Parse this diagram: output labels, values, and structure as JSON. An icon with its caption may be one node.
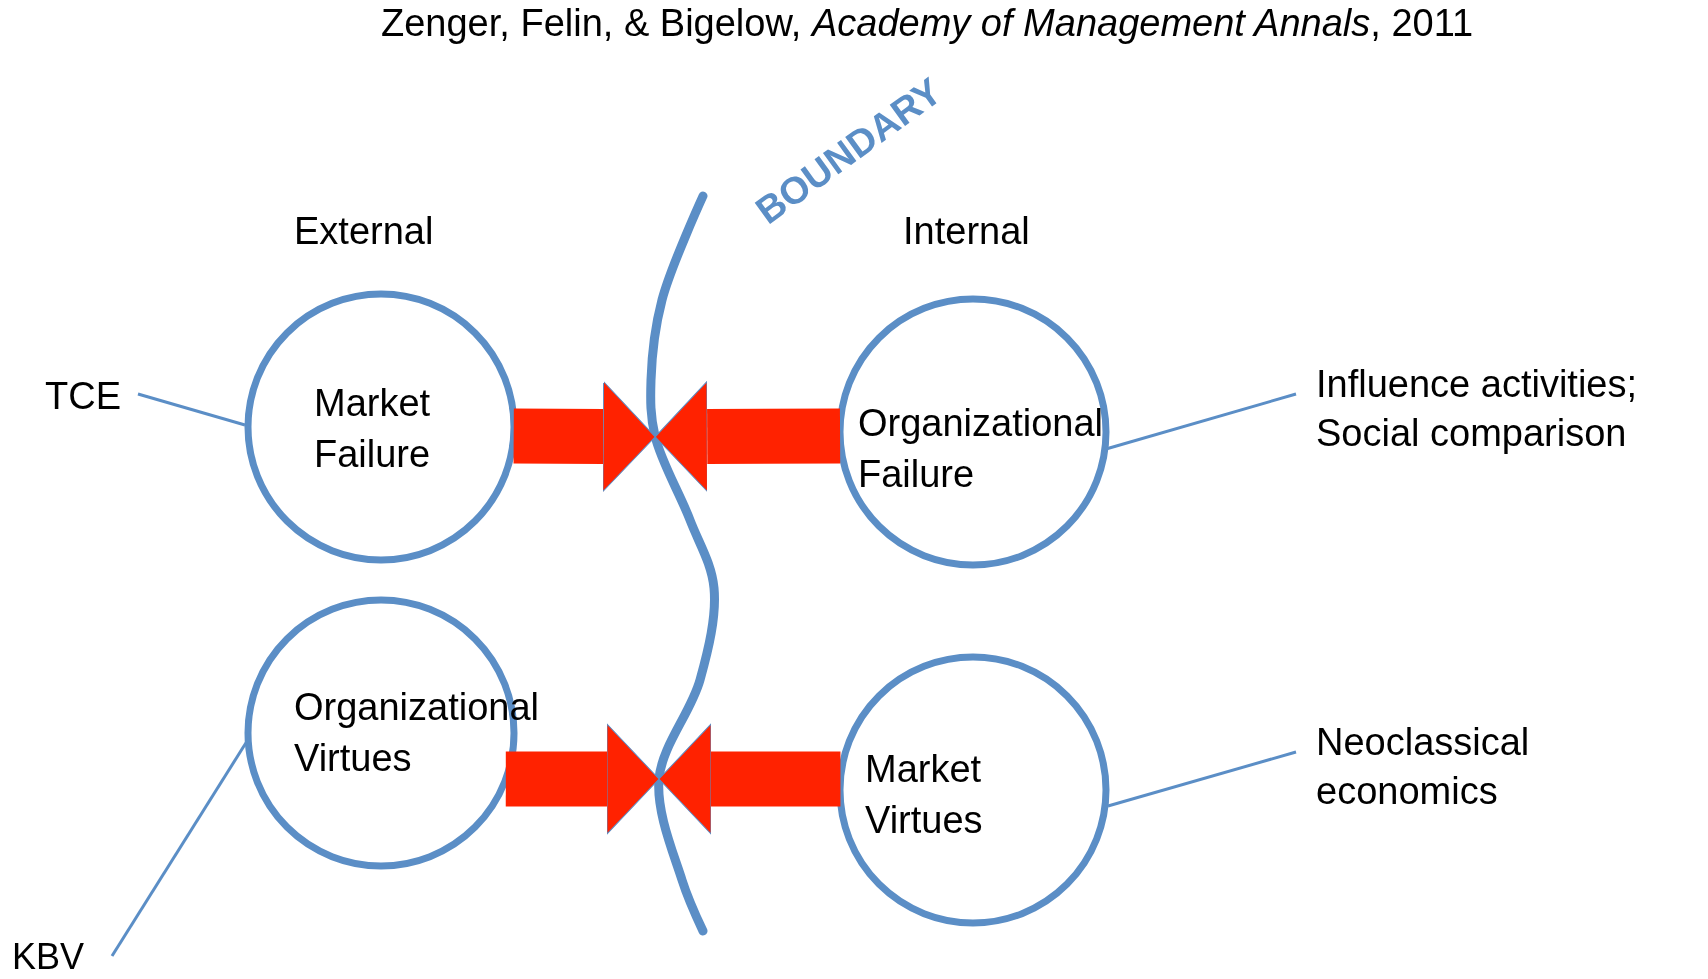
{
  "diagram": {
    "nodes": [
      {
        "text": [
          "Market Failure"
        ]
      },
      {
        "text": [
          "Organizational Failure"
        ]
      },
      {
        "text": [
          "Organizational Virtues"
        ]
      },
      {
        "text": [
          "Market Virtues"
        ]
      },
      {
        "text": [
          "TCE"
        ]
      },
      {
        "text": [
          "Influence activities; Social comparison"
        ]
      },
      {
        "text": [
          "Neoclassical economics"
        ]
      },
      {
        "text": [
          "KBV"
        ]
      },
      {
        "text": [
          "BOUNDARY"
        ]
      }
    ],
    "edges": [
      {
        "from": 4,
        "to": 0,
        "arrow": "none"
      },
      {
        "from": 7,
        "to": 2,
        "arrow": "none"
      },
      {
        "from": 5,
        "to": 1,
        "arrow": "none"
      },
      {
        "from": 6,
        "to": 3,
        "arrow": "none"
      },
      {
        "from": 0,
        "to": 8,
        "arrow": "to",
        "style": "thick",
        "color": "#ff2200"
      },
      {
        "from": 1,
        "to": 8,
        "arrow": "to",
        "style": "thick",
        "color": "#ff2200"
      },
      {
        "from": 2,
        "to": 8,
        "arrow": "to",
        "style": "thick",
        "color": "#ff2200"
      },
      {
        "from": 3,
        "to": 8,
        "arrow": "to",
        "style": "thick",
        "color": "#ff2200"
      }
    ],
    "labels": [
      "Zenger, Felin, & Bigelow, *Academy of Management Annals*, 2011",
      "External",
      "Internal"
    ]
  }
}
